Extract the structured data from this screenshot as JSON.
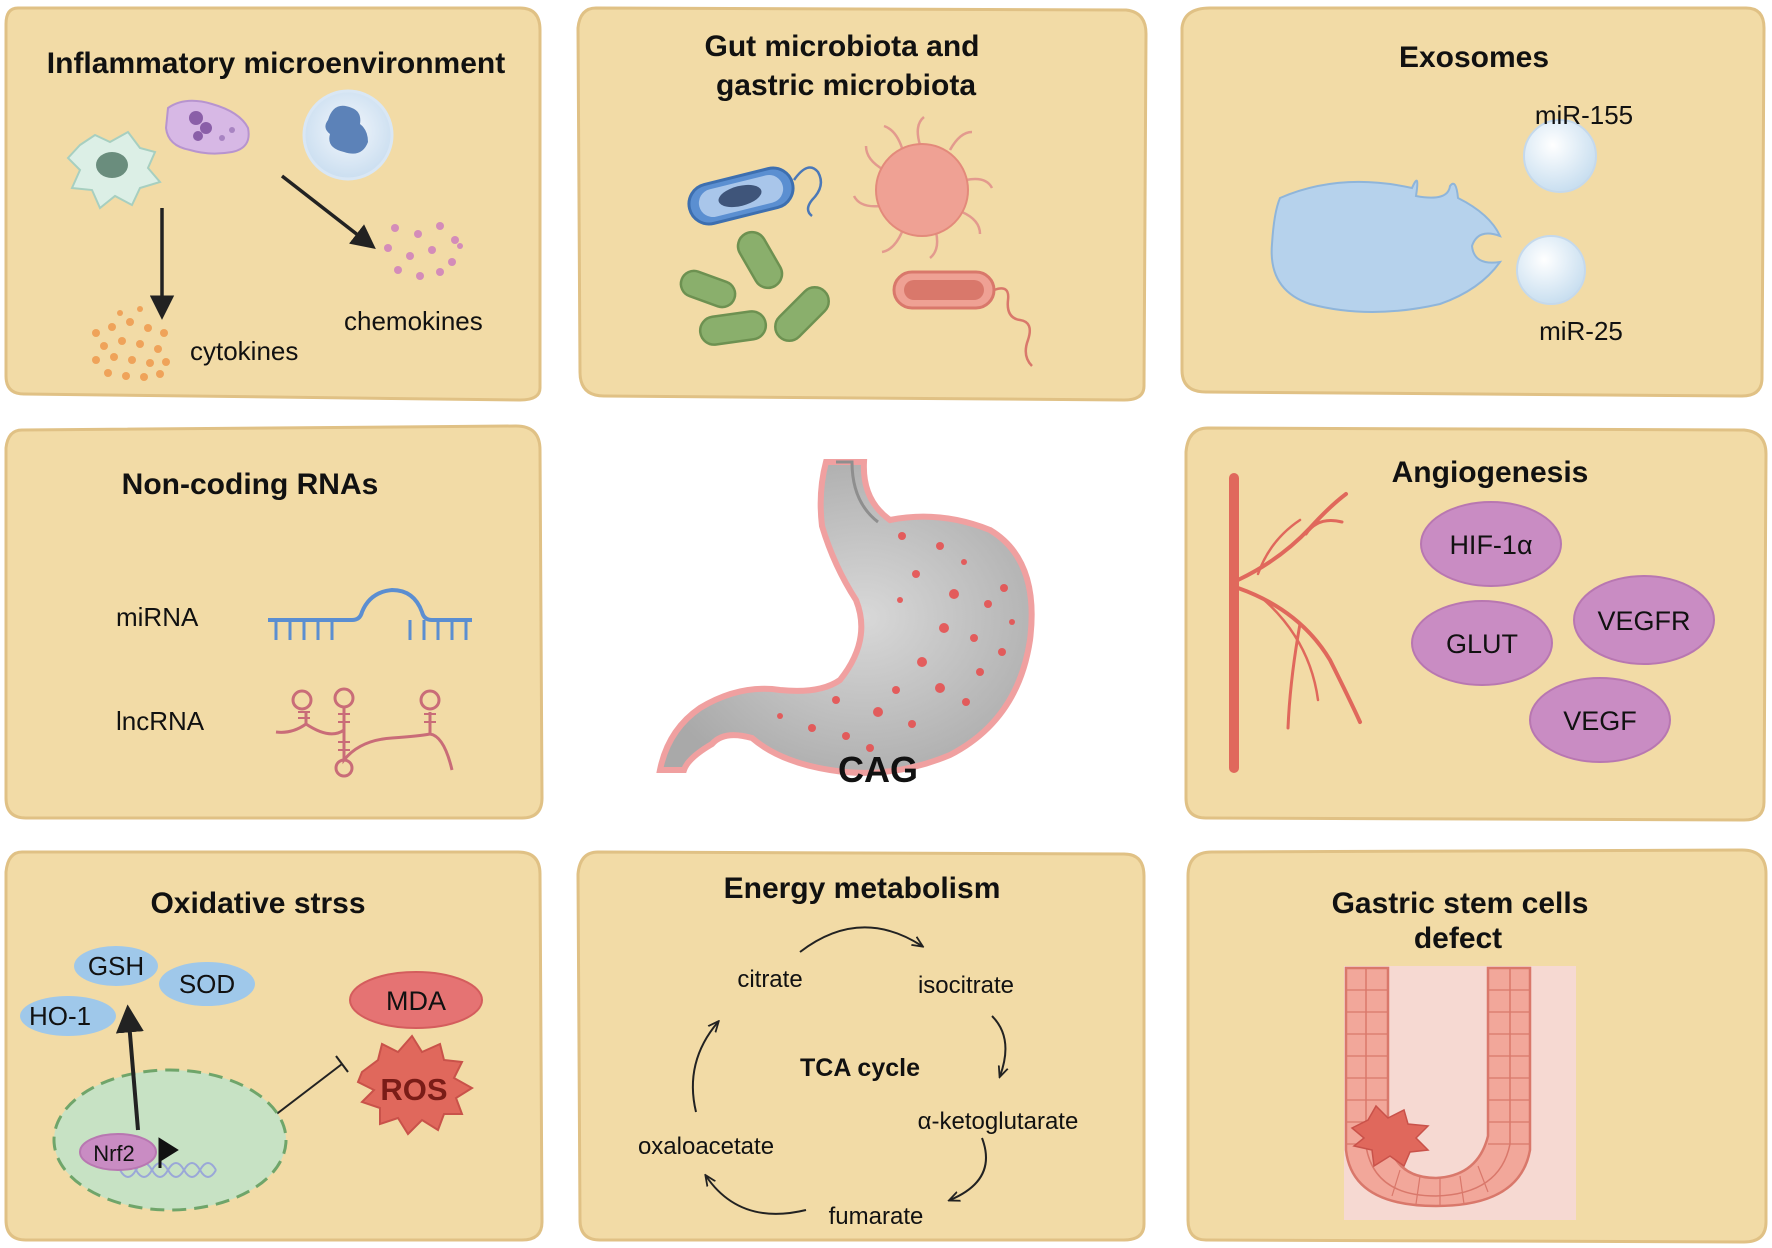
{
  "colors": {
    "panel_fill": "#f2dba6",
    "panel_stroke": "#e3c68a",
    "purple_ellipse": "#c98cc3",
    "blue_ellipse": "#9fc8ea",
    "red_ellipse": "#e57373",
    "vessel": "#e0685c",
    "stomach_gray": "#b5b5b5",
    "mucosa_pink": "#f3c9c2"
  },
  "panels": {
    "inflammatory": {
      "title": "Inflammatory microenvironment",
      "cytokines": "cytokines",
      "chemokines": "chemokines"
    },
    "microbiota": {
      "title_line1": "Gut microbiota and",
      "title_line2": "gastric microbiota"
    },
    "exosomes": {
      "title": "Exosomes",
      "mir155": "miR-155",
      "mir25": "miR-25"
    },
    "noncoding": {
      "title": "Non-coding RNAs",
      "mirna": "miRNA",
      "lncrna": "lncRNA"
    },
    "center": {
      "label": "CAG"
    },
    "angiogenesis": {
      "title": "Angiogenesis",
      "hif": "HIF-1α",
      "glut": "GLUT",
      "vegfr": "VEGFR",
      "vegf": "VEGF"
    },
    "oxidative": {
      "title": "Oxidative strss",
      "gsh": "GSH",
      "sod": "SOD",
      "ho1": "HO-1",
      "mda": "MDA",
      "ros": "ROS",
      "nrf2": "Nrf2"
    },
    "energy": {
      "title": "Energy metabolism",
      "center": "TCA cycle",
      "citrate": "citrate",
      "isocitrate": "isocitrate",
      "akg": "α-ketoglutarate",
      "fumarate": "fumarate",
      "oxaloacetate": "oxaloacetate"
    },
    "stemcells": {
      "title_line1": "Gastric stem cells",
      "title_line2": "defect"
    }
  }
}
